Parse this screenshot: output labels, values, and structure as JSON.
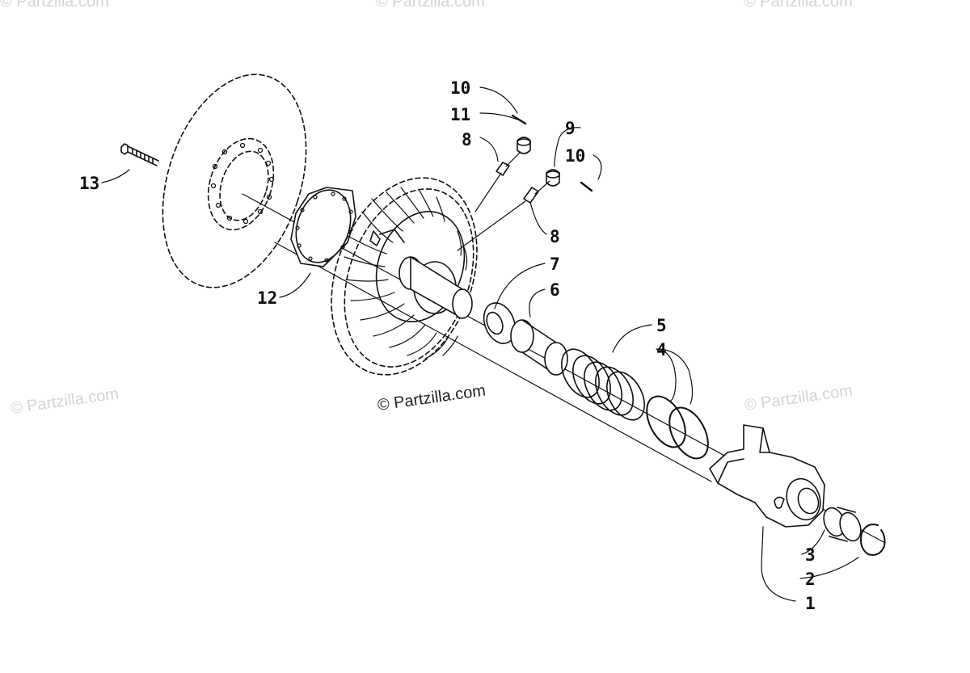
{
  "watermarks": {
    "center": "© Partzilla.com",
    "left": "© Partzilla.com",
    "right": "© Partzilla.com",
    "top_left": "© Partzilla.com",
    "top_center": "© Partzilla.com",
    "top_right": "© Partzilla.com"
  },
  "callouts": {
    "c1": "1",
    "c2": "2",
    "c3": "3",
    "c4": "4",
    "c5": "5",
    "c6": "6",
    "c7": "7",
    "c8a": "8",
    "c8b": "8",
    "c9": "9",
    "c10a": "10",
    "c10b": "10",
    "c11": "11",
    "c12": "12",
    "c13": "13"
  },
  "colors": {
    "line": "#111111",
    "watermark_dark": "#222222",
    "watermark_light": "#d4d4d4"
  }
}
